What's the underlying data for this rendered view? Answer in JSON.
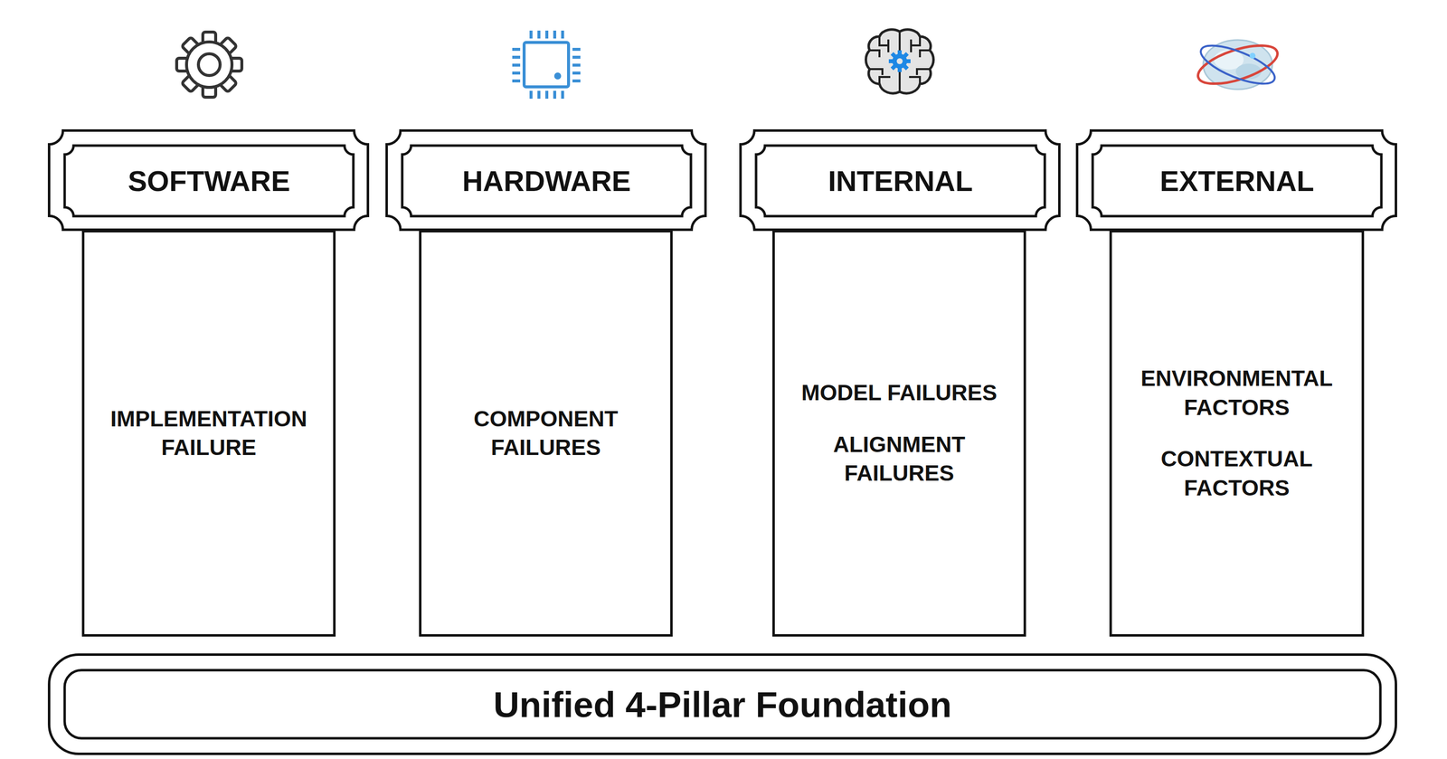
{
  "diagram": {
    "nodes": [
      {
        "text": [
          "SOFTWARE"
        ]
      },
      {
        "text": [
          "IMPLEMENTATION FAILURE"
        ]
      },
      {
        "text": [
          "HARDWARE"
        ]
      },
      {
        "text": [
          "COMPONENT FAILURES"
        ]
      },
      {
        "text": [
          "INTERNAL"
        ]
      },
      {
        "text": [
          "MODEL FAILURES",
          "ALIGNMENT FAILURES"
        ]
      },
      {
        "text": [
          "EXTERNAL"
        ]
      },
      {
        "text": [
          "ENVIRONMENTAL FACTORS",
          "CONTEXTUAL FACTORS"
        ]
      },
      {
        "text": [
          "Unified 4-Pillar Foundation"
        ]
      }
    ]
  }
}
